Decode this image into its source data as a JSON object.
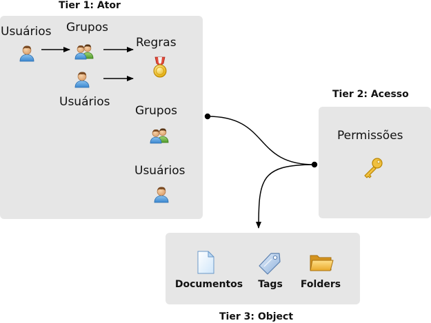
{
  "tier1": {
    "title": "Tier 1: Ator",
    "users_1": "Usuários",
    "groups_1": "Grupos",
    "rules": "Regras",
    "users_2": "Usuários",
    "groups_2": "Grupos",
    "users_3": "Usuários"
  },
  "tier2": {
    "title": "Tier 2: Acesso",
    "permissions": "Permissões"
  },
  "tier3": {
    "title": "Tier 3: Object",
    "documents": "Documentos",
    "tags": "Tags",
    "folders": "Folders"
  },
  "icons": {
    "user": "user-icon",
    "group": "group-icon",
    "rule": "medal-icon",
    "permission": "key-icon",
    "document": "document-icon",
    "tag": "tag-icon",
    "folder": "folder-icon"
  }
}
